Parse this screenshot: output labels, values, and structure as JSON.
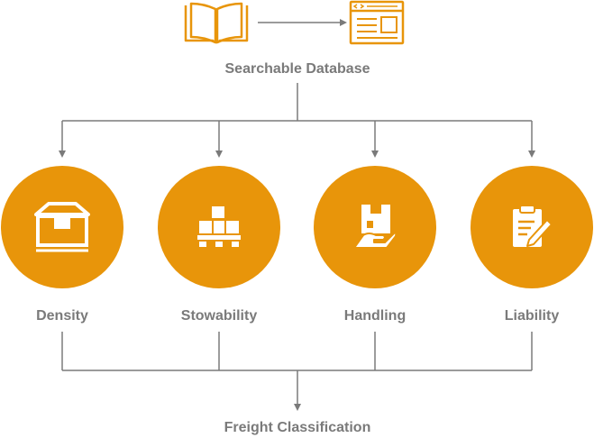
{
  "top": {
    "title": "Searchable Database",
    "icons": [
      "book-icon",
      "browser-window-icon"
    ]
  },
  "factors": [
    {
      "label": "Density",
      "icon": "box-icon"
    },
    {
      "label": "Stowability",
      "icon": "pallet-boxes-icon"
    },
    {
      "label": "Handling",
      "icon": "hand-package-icon"
    },
    {
      "label": "Liability",
      "icon": "clipboard-pen-icon"
    }
  ],
  "bottom": {
    "title": "Freight Classification"
  },
  "colors": {
    "accent": "#e8950a",
    "connector": "#7a7a7a",
    "text": "#7a7a7a"
  }
}
